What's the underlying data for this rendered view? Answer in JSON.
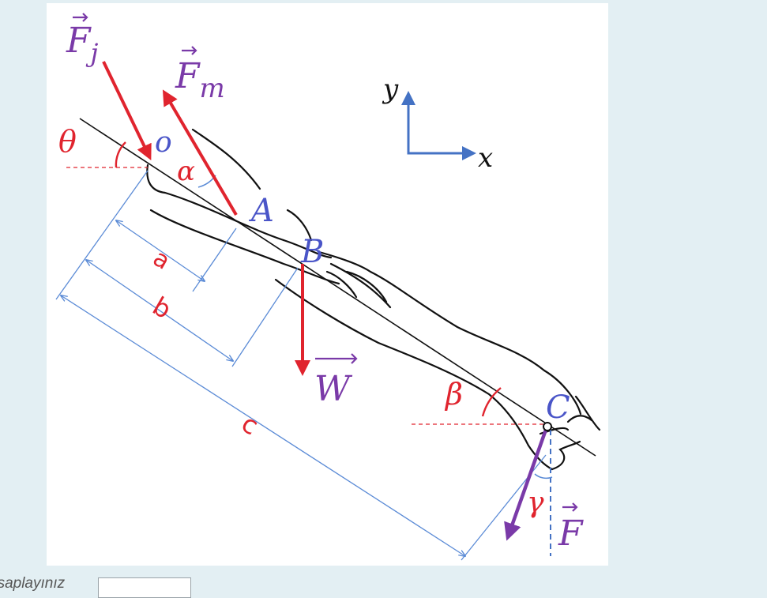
{
  "colors": {
    "background": "#e3eff3",
    "panel": "#ffffff",
    "force_red": "#e0242e",
    "label_blue": "#4a55c8",
    "dimension_blue": "#5b8bd6",
    "purple": "#7a3aa8",
    "outline": "#111111"
  },
  "labels": {
    "force_joint": "F",
    "force_joint_sub": "j",
    "force_muscle": "F",
    "force_muscle_sub": "m",
    "weight": "W",
    "force_hand": "F",
    "theta": "θ",
    "alpha": "α",
    "beta": "β",
    "gamma": "γ",
    "point_o": "o",
    "point_a": "A",
    "point_b": "B",
    "point_c": "C",
    "dim_a": "a",
    "dim_b": "b",
    "dim_c": "c",
    "axis_x": "x",
    "axis_y": "y"
  },
  "footer": {
    "prompt_text": "esaplayınız",
    "answer_value": ""
  }
}
